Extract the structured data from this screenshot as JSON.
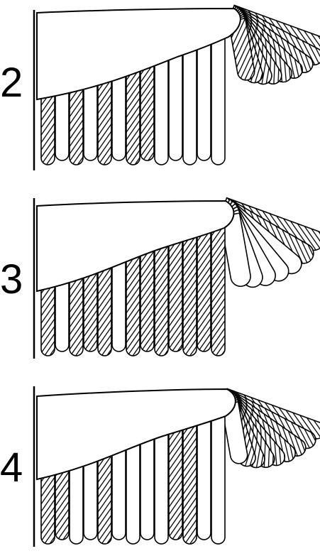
{
  "panels": [
    {
      "label": "2",
      "primaries_dark": [
        true,
        true,
        true,
        true,
        true,
        true,
        true,
        true,
        true
      ],
      "secondaries_dark": [
        true,
        false,
        true,
        false,
        true,
        false,
        true,
        true,
        false,
        false,
        false,
        false,
        false
      ]
    },
    {
      "label": "3",
      "primaries_dark": [
        true,
        true,
        false,
        false,
        false,
        false,
        false
      ],
      "secondaries_dark": [
        true,
        false,
        true,
        true,
        true,
        false,
        true,
        true,
        true,
        true,
        true,
        true,
        true
      ]
    },
    {
      "label": "4",
      "primaries_dark": [
        true,
        true,
        true,
        true,
        true,
        true,
        true,
        true,
        false
      ],
      "secondaries_dark": [
        true,
        true,
        false,
        false,
        true,
        false,
        false,
        false,
        false,
        true,
        true,
        false,
        false
      ]
    }
  ],
  "colors": {
    "ink": "#000000",
    "fill_light": "#ffffff"
  }
}
